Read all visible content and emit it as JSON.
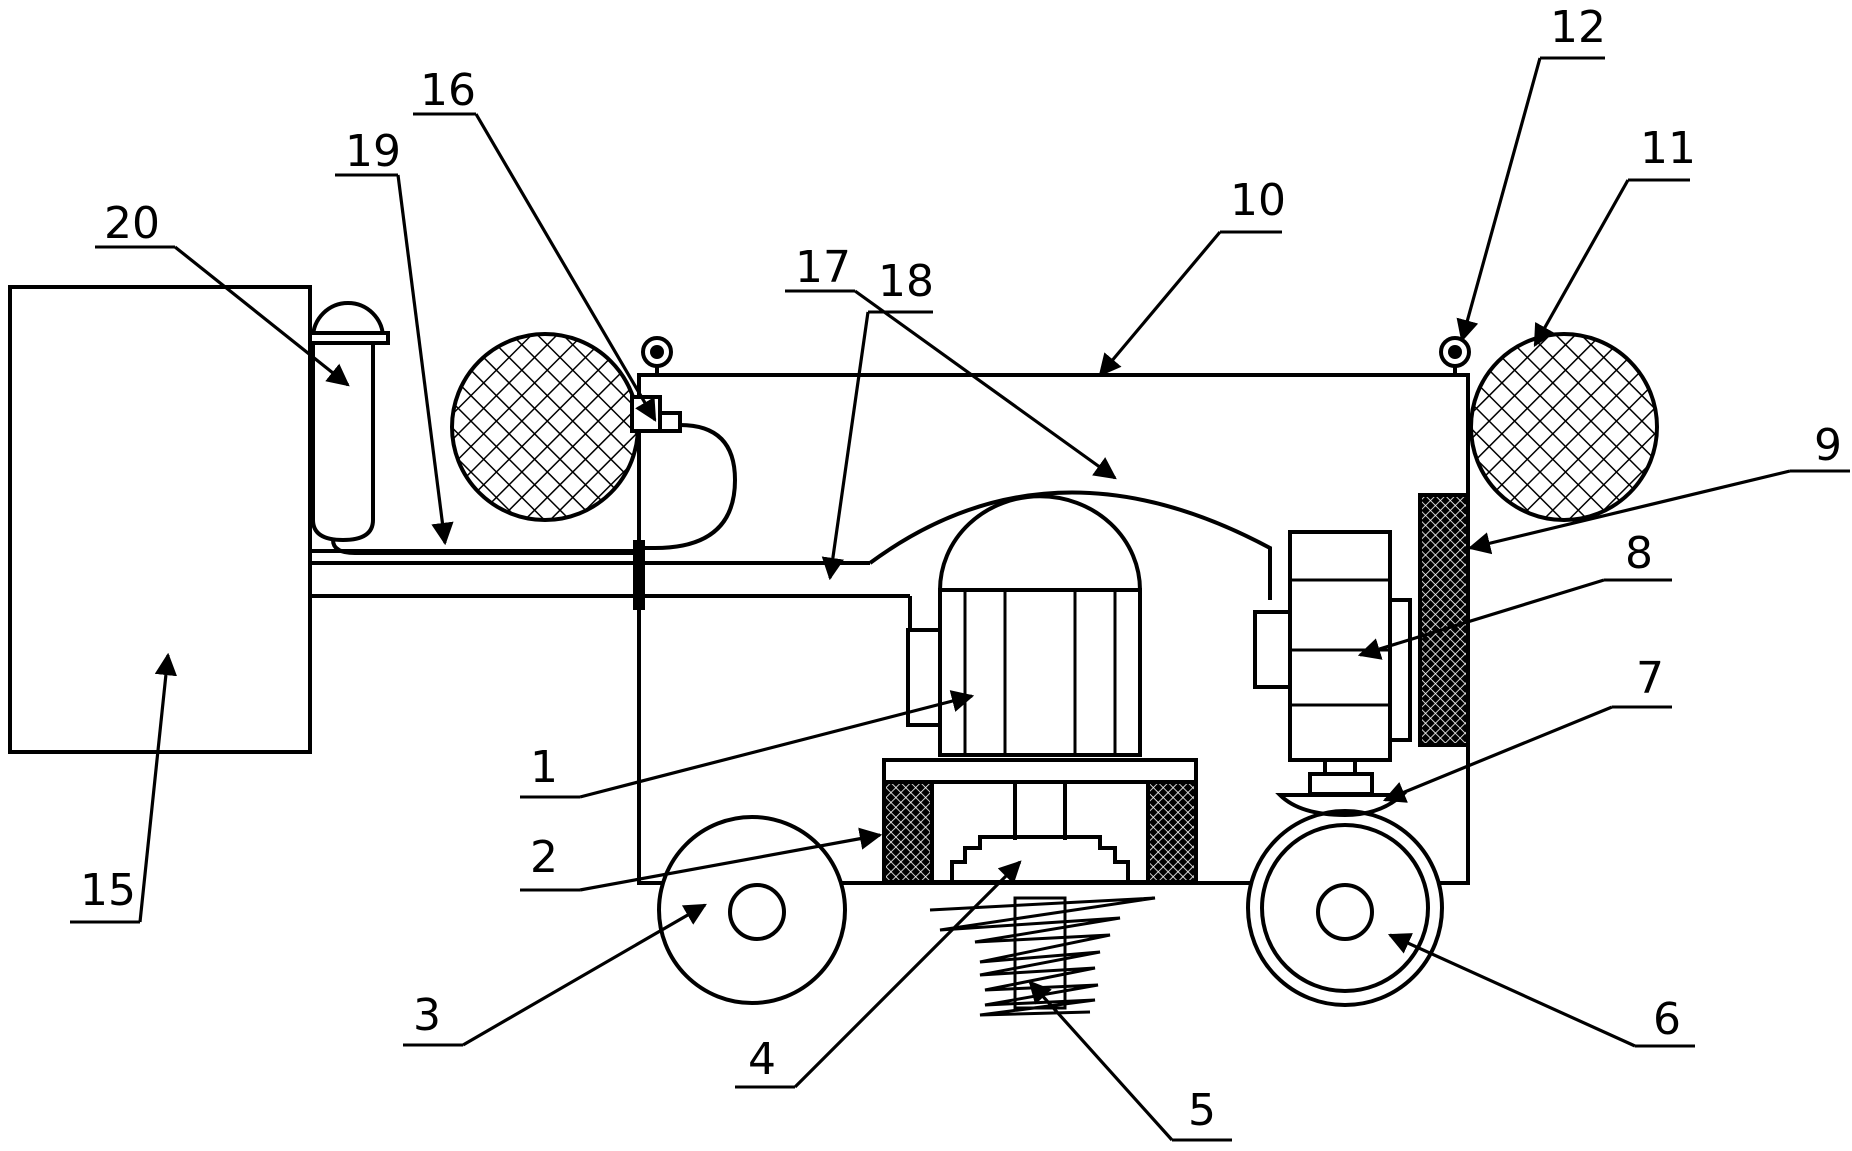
{
  "labels": {
    "l1": "1",
    "l2": "2",
    "l3": "3",
    "l4": "4",
    "l5": "5",
    "l6": "6",
    "l7": "7",
    "l8": "8",
    "l9": "9",
    "l10": "10",
    "l11": "11",
    "l12": "12",
    "l15": "15",
    "l16": "16",
    "l17": "17",
    "l18": "18",
    "l19": "19",
    "l20": "20"
  }
}
